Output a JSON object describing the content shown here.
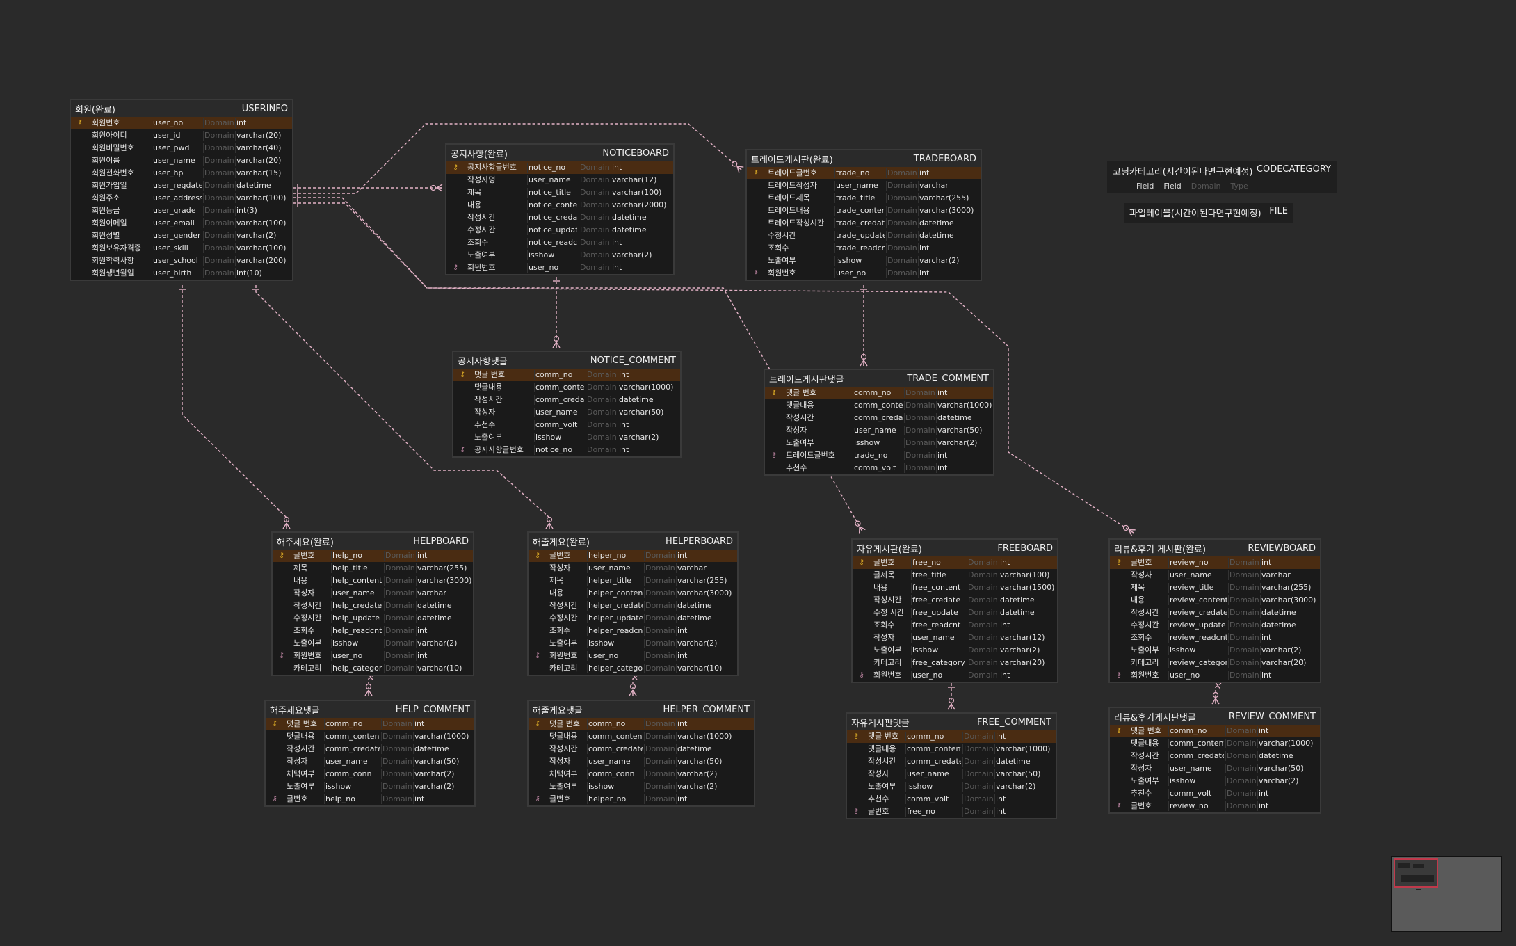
{
  "entities": {
    "userinfo": {
      "title": "회원(완료)",
      "name": "USERINFO",
      "rows": [
        {
          "key": "pk",
          "kr": "회원번호",
          "col": "user_no",
          "dom": "Domain",
          "type": "int"
        },
        {
          "key": "",
          "kr": "회원아이디",
          "col": "user_id",
          "dom": "Domain",
          "type": "varchar(20)"
        },
        {
          "key": "",
          "kr": "회원비밀번호",
          "col": "user_pwd",
          "dom": "Domain",
          "type": "varchar(40)"
        },
        {
          "key": "",
          "kr": "회원이름",
          "col": "user_name",
          "dom": "Domain",
          "type": "varchar(20)"
        },
        {
          "key": "",
          "kr": "회원전화번호",
          "col": "user_hp",
          "dom": "Domain",
          "type": "varchar(15)"
        },
        {
          "key": "",
          "kr": "회원가입일",
          "col": "user_regdate",
          "dom": "Domain",
          "type": "datetime"
        },
        {
          "key": "",
          "kr": "회원주소",
          "col": "user_address",
          "dom": "Domain",
          "type": "varchar(100)"
        },
        {
          "key": "",
          "kr": "회원등급",
          "col": "user_grade",
          "dom": "Domain",
          "type": "int(3)"
        },
        {
          "key": "",
          "kr": "회원이메일",
          "col": "user_email",
          "dom": "Domain",
          "type": "varchar(100)"
        },
        {
          "key": "",
          "kr": "회원성별",
          "col": "user_gender",
          "dom": "Domain",
          "type": "varchar(2)"
        },
        {
          "key": "",
          "kr": "회원보유자격증",
          "col": "user_skill",
          "dom": "Domain",
          "type": "varchar(100)"
        },
        {
          "key": "",
          "kr": "회원학력사항",
          "col": "user_school",
          "dom": "Domain",
          "type": "varchar(200)"
        },
        {
          "key": "",
          "kr": "회원생년월일",
          "col": "user_birth",
          "dom": "Domain",
          "type": "int(10)"
        }
      ]
    },
    "noticeboard": {
      "title": "공지사항(완료)",
      "name": "NOTICEBOARD",
      "rows": [
        {
          "key": "pk",
          "kr": "공지사항글번호",
          "col": "notice_no",
          "dom": "Domain",
          "type": "int"
        },
        {
          "key": "",
          "kr": "작성자명",
          "col": "user_name",
          "dom": "Domain",
          "type": "varchar(12)"
        },
        {
          "key": "",
          "kr": "제목",
          "col": "notice_title",
          "dom": "Domain",
          "type": "varchar(100)"
        },
        {
          "key": "",
          "kr": "내용",
          "col": "notice_content",
          "dom": "Domain",
          "type": "varchar(2000)"
        },
        {
          "key": "",
          "kr": "작성시간",
          "col": "notice_credate",
          "dom": "Domain",
          "type": "datetime"
        },
        {
          "key": "",
          "kr": "수정시간",
          "col": "notice_update",
          "dom": "Domain",
          "type": "datetime"
        },
        {
          "key": "",
          "kr": "조회수",
          "col": "notice_readcnt",
          "dom": "Domain",
          "type": "int"
        },
        {
          "key": "",
          "kr": "노출여부",
          "col": "isshow",
          "dom": "Domain",
          "type": "varchar(2)"
        },
        {
          "key": "fk",
          "kr": "회원번호",
          "col": "user_no",
          "dom": "Domain",
          "type": "int"
        }
      ]
    },
    "tradeboard": {
      "title": "트레이드게시판(완료)",
      "name": "TRADEBOARD",
      "rows": [
        {
          "key": "pk",
          "kr": "트레이드글번호",
          "col": "trade_no",
          "dom": "Domain",
          "type": "int"
        },
        {
          "key": "",
          "kr": "트레이드작성자",
          "col": "user_name",
          "dom": "Domain",
          "type": "varchar"
        },
        {
          "key": "",
          "kr": "트레이드제목",
          "col": "trade_title",
          "dom": "Domain",
          "type": "varchar(255)"
        },
        {
          "key": "",
          "kr": "트레이드내용",
          "col": "trade_content",
          "dom": "Domain",
          "type": "varchar(3000)"
        },
        {
          "key": "",
          "kr": "트레이드작성시간",
          "col": "trade_credate",
          "dom": "Domain",
          "type": "datetime"
        },
        {
          "key": "",
          "kr": "수정시간",
          "col": "trade_update",
          "dom": "Domain",
          "type": "datetime"
        },
        {
          "key": "",
          "kr": "조회수",
          "col": "trade_readcnt",
          "dom": "Domain",
          "type": "int"
        },
        {
          "key": "",
          "kr": "노출여부",
          "col": "isshow",
          "dom": "Domain",
          "type": "varchar(2)"
        },
        {
          "key": "fk",
          "kr": "회원번호",
          "col": "user_no",
          "dom": "Domain",
          "type": "int"
        }
      ]
    },
    "notice_comment": {
      "title": "공지사항댓글",
      "name": "NOTICE_COMMENT",
      "rows": [
        {
          "key": "pk",
          "kr": "댓글 번호",
          "col": "comm_no",
          "dom": "Domain",
          "type": "int"
        },
        {
          "key": "",
          "kr": "댓글내용",
          "col": "comm_content",
          "dom": "Domain",
          "type": "varchar(1000)"
        },
        {
          "key": "",
          "kr": "작성시간",
          "col": "comm_credate",
          "dom": "Domain",
          "type": "datetime"
        },
        {
          "key": "",
          "kr": "작성자",
          "col": "user_name",
          "dom": "Domain",
          "type": "varchar(50)"
        },
        {
          "key": "",
          "kr": "추천수",
          "col": "comm_volt",
          "dom": "Domain",
          "type": "int"
        },
        {
          "key": "",
          "kr": "노출여부",
          "col": "isshow",
          "dom": "Domain",
          "type": "varchar(2)"
        },
        {
          "key": "fk",
          "kr": "공지사항글번호",
          "col": "notice_no",
          "dom": "Domain",
          "type": "int"
        }
      ]
    },
    "trade_comment": {
      "title": "트레이드게시판댓글",
      "name": "TRADE_COMMENT",
      "rows": [
        {
          "key": "pk",
          "kr": "댓글 번호",
          "col": "comm_no",
          "dom": "Domain",
          "type": "int"
        },
        {
          "key": "",
          "kr": "댓글내용",
          "col": "comm_content",
          "dom": "Domain",
          "type": "varchar(1000)"
        },
        {
          "key": "",
          "kr": "작성시간",
          "col": "comm_credate",
          "dom": "Domain",
          "type": "datetime"
        },
        {
          "key": "",
          "kr": "작성자",
          "col": "user_name",
          "dom": "Domain",
          "type": "varchar(50)"
        },
        {
          "key": "",
          "kr": "노출여부",
          "col": "isshow",
          "dom": "Domain",
          "type": "varchar(2)"
        },
        {
          "key": "fk",
          "kr": "트레이드글번호",
          "col": "trade_no",
          "dom": "Domain",
          "type": "int"
        },
        {
          "key": "",
          "kr": "추천수",
          "col": "comm_volt",
          "dom": "Domain",
          "type": "int"
        }
      ]
    },
    "helpboard": {
      "title": "해주세요(완료)",
      "name": "HELPBOARD",
      "rows": [
        {
          "key": "pk",
          "kr": "글번호",
          "col": "help_no",
          "dom": "Domain",
          "type": "int"
        },
        {
          "key": "",
          "kr": "제목",
          "col": "help_title",
          "dom": "Domain",
          "type": "varchar(255)"
        },
        {
          "key": "",
          "kr": "내용",
          "col": "help_content",
          "dom": "Domain",
          "type": "varchar(3000)"
        },
        {
          "key": "",
          "kr": "작성자",
          "col": "user_name",
          "dom": "Domain",
          "type": "varchar"
        },
        {
          "key": "",
          "kr": "작성시간",
          "col": "help_credate",
          "dom": "Domain",
          "type": "datetime"
        },
        {
          "key": "",
          "kr": "수정시간",
          "col": "help_update",
          "dom": "Domain",
          "type": "datetime"
        },
        {
          "key": "",
          "kr": "조회수",
          "col": "help_readcnt",
          "dom": "Domain",
          "type": "int"
        },
        {
          "key": "",
          "kr": "노출여부",
          "col": "isshow",
          "dom": "Domain",
          "type": "varchar(2)"
        },
        {
          "key": "fk",
          "kr": "회원번호",
          "col": "user_no",
          "dom": "Domain",
          "type": "int"
        },
        {
          "key": "",
          "kr": "카테고리",
          "col": "help_category",
          "dom": "Domain",
          "type": "varchar(10)"
        }
      ]
    },
    "helperboard": {
      "title": "해줄게요(완료)",
      "name": "HELPERBOARD",
      "rows": [
        {
          "key": "pk",
          "kr": "글번호",
          "col": "helper_no",
          "dom": "Domain",
          "type": "int"
        },
        {
          "key": "",
          "kr": "작성자",
          "col": "user_name",
          "dom": "Domain",
          "type": "varchar"
        },
        {
          "key": "",
          "kr": "제목",
          "col": "helper_title",
          "dom": "Domain",
          "type": "varchar(255)"
        },
        {
          "key": "",
          "kr": "내용",
          "col": "helper_content",
          "dom": "Domain",
          "type": "varchar(3000)"
        },
        {
          "key": "",
          "kr": "작성시간",
          "col": "helper_credate",
          "dom": "Domain",
          "type": "datetime"
        },
        {
          "key": "",
          "kr": "수정시간",
          "col": "helper_update",
          "dom": "Domain",
          "type": "datetime"
        },
        {
          "key": "",
          "kr": "조회수",
          "col": "helper_readcnt",
          "dom": "Domain",
          "type": "int"
        },
        {
          "key": "",
          "kr": "노출여부",
          "col": "isshow",
          "dom": "Domain",
          "type": "varchar(2)"
        },
        {
          "key": "fk",
          "kr": "회원번호",
          "col": "user_no",
          "dom": "Domain",
          "type": "int"
        },
        {
          "key": "",
          "kr": "카테고리",
          "col": "helper_category",
          "dom": "Domain",
          "type": "varchar(10)"
        }
      ]
    },
    "freeboard": {
      "title": "자유게시판(완료)",
      "name": "FREEBOARD",
      "rows": [
        {
          "key": "pk",
          "kr": "글번호",
          "col": "free_no",
          "dom": "Domain",
          "type": "int"
        },
        {
          "key": "",
          "kr": "글제목",
          "col": "free_title",
          "dom": "Domain",
          "type": "varchar(100)"
        },
        {
          "key": "",
          "kr": "내용",
          "col": "free_content",
          "dom": "Domain",
          "type": "varchar(1500)"
        },
        {
          "key": "",
          "kr": "작성시간",
          "col": "free_credate",
          "dom": "Domain",
          "type": "datetime"
        },
        {
          "key": "",
          "kr": "수정 시간",
          "col": "free_update",
          "dom": "Domain",
          "type": "datetime"
        },
        {
          "key": "",
          "kr": "조회수",
          "col": "free_readcnt",
          "dom": "Domain",
          "type": "int"
        },
        {
          "key": "",
          "kr": "작성자",
          "col": "user_name",
          "dom": "Domain",
          "type": "varchar(12)"
        },
        {
          "key": "",
          "kr": "노출여부",
          "col": "isshow",
          "dom": "Domain",
          "type": "varchar(2)"
        },
        {
          "key": "",
          "kr": "카테고리",
          "col": "free_category",
          "dom": "Domain",
          "type": "varchar(20)"
        },
        {
          "key": "fk",
          "kr": "회원번호",
          "col": "user_no",
          "dom": "Domain",
          "type": "int"
        }
      ]
    },
    "reviewboard": {
      "title": "리뷰&후기 게시판(완료)",
      "name": "REVIEWBOARD",
      "rows": [
        {
          "key": "pk",
          "kr": "글번호",
          "col": "review_no",
          "dom": "Domain",
          "type": "int"
        },
        {
          "key": "",
          "kr": "작성자",
          "col": "user_name",
          "dom": "Domain",
          "type": "varchar"
        },
        {
          "key": "",
          "kr": "제목",
          "col": "review_title",
          "dom": "Domain",
          "type": "varchar(255)"
        },
        {
          "key": "",
          "kr": "내용",
          "col": "review_content",
          "dom": "Domain",
          "type": "varchar(3000)"
        },
        {
          "key": "",
          "kr": "작성시간",
          "col": "review_credate",
          "dom": "Domain",
          "type": "datetime"
        },
        {
          "key": "",
          "kr": "수정시간",
          "col": "review_update",
          "dom": "Domain",
          "type": "datetime"
        },
        {
          "key": "",
          "kr": "조회수",
          "col": "review_readcnt",
          "dom": "Domain",
          "type": "int"
        },
        {
          "key": "",
          "kr": "노출여부",
          "col": "isshow",
          "dom": "Domain",
          "type": "varchar(2)"
        },
        {
          "key": "",
          "kr": "카테고리",
          "col": "review_category",
          "dom": "Domain",
          "type": "varchar(20)"
        },
        {
          "key": "fk",
          "kr": "회원번호",
          "col": "user_no",
          "dom": "Domain",
          "type": "int"
        }
      ]
    },
    "help_comment": {
      "title": "해주세요댓글",
      "name": "HELP_COMMENT",
      "rows": [
        {
          "key": "pk",
          "kr": "댓글 번호",
          "col": "comm_no",
          "dom": "Domain",
          "type": "int"
        },
        {
          "key": "",
          "kr": "댓글내용",
          "col": "comm_content",
          "dom": "Domain",
          "type": "varchar(1000)"
        },
        {
          "key": "",
          "kr": "작성시간",
          "col": "comm_credate",
          "dom": "Domain",
          "type": "datetime"
        },
        {
          "key": "",
          "kr": "작성자",
          "col": "user_name",
          "dom": "Domain",
          "type": "varchar(50)"
        },
        {
          "key": "",
          "kr": "채택여부",
          "col": "comm_conn",
          "dom": "Domain",
          "type": "varchar(2)"
        },
        {
          "key": "",
          "kr": "노출여부",
          "col": "isshow",
          "dom": "Domain",
          "type": "varchar(2)"
        },
        {
          "key": "fk",
          "kr": "글번호",
          "col": "help_no",
          "dom": "Domain",
          "type": "int"
        }
      ]
    },
    "helper_comment": {
      "title": "해줄게요댓글",
      "name": "HELPER_COMMENT",
      "rows": [
        {
          "key": "pk",
          "kr": "댓글 번호",
          "col": "comm_no",
          "dom": "Domain",
          "type": "int"
        },
        {
          "key": "",
          "kr": "댓글내용",
          "col": "comm_content",
          "dom": "Domain",
          "type": "varchar(1000)"
        },
        {
          "key": "",
          "kr": "작성시간",
          "col": "comm_credate",
          "dom": "Domain",
          "type": "datetime"
        },
        {
          "key": "",
          "kr": "작성자",
          "col": "user_name",
          "dom": "Domain",
          "type": "varchar(50)"
        },
        {
          "key": "",
          "kr": "채택여부",
          "col": "comm_conn",
          "dom": "Domain",
          "type": "varchar(2)"
        },
        {
          "key": "",
          "kr": "노출여부",
          "col": "isshow",
          "dom": "Domain",
          "type": "varchar(2)"
        },
        {
          "key": "fk",
          "kr": "글번호",
          "col": "helper_no",
          "dom": "Domain",
          "type": "int"
        }
      ]
    },
    "free_comment": {
      "title": "자유게시판댓글",
      "name": "FREE_COMMENT",
      "rows": [
        {
          "key": "pk",
          "kr": "댓글 번호",
          "col": "comm_no",
          "dom": "Domain",
          "type": "int"
        },
        {
          "key": "",
          "kr": "댓글내용",
          "col": "comm_content",
          "dom": "Domain",
          "type": "varchar(1000)"
        },
        {
          "key": "",
          "kr": "작성시간",
          "col": "comm_credate",
          "dom": "Domain",
          "type": "datetime"
        },
        {
          "key": "",
          "kr": "작성자",
          "col": "user_name",
          "dom": "Domain",
          "type": "varchar(50)"
        },
        {
          "key": "",
          "kr": "노출여부",
          "col": "isshow",
          "dom": "Domain",
          "type": "varchar(2)"
        },
        {
          "key": "",
          "kr": "추천수",
          "col": "comm_volt",
          "dom": "Domain",
          "type": "int"
        },
        {
          "key": "fk",
          "kr": "글번호",
          "col": "free_no",
          "dom": "Domain",
          "type": "int"
        }
      ]
    },
    "review_comment": {
      "title": "리뷰&후기게시판댓글",
      "name": "REVIEW_COMMENT",
      "rows": [
        {
          "key": "pk",
          "kr": "댓글 번호",
          "col": "comm_no",
          "dom": "Domain",
          "type": "int"
        },
        {
          "key": "",
          "kr": "댓글내용",
          "col": "comm_content",
          "dom": "Domain",
          "type": "varchar(1000)"
        },
        {
          "key": "",
          "kr": "작성시간",
          "col": "comm_credate",
          "dom": "Domain",
          "type": "datetime"
        },
        {
          "key": "",
          "kr": "작성자",
          "col": "user_name",
          "dom": "Domain",
          "type": "varchar(50)"
        },
        {
          "key": "",
          "kr": "노출여부",
          "col": "isshow",
          "dom": "Domain",
          "type": "varchar(2)"
        },
        {
          "key": "",
          "kr": "추천수",
          "col": "comm_volt",
          "dom": "Domain",
          "type": "int"
        },
        {
          "key": "fk",
          "kr": "글번호",
          "col": "review_no",
          "dom": "Domain",
          "type": "int"
        }
      ]
    }
  },
  "codecategory": {
    "title": "코딩카테고리(시간이된다면구현예정)",
    "name": "CODECATEGORY",
    "field1": "Field",
    "field2": "Field",
    "dom": "Domain",
    "type": "Type"
  },
  "filetable": {
    "title": "파일테이블(시간이된다면구현예정)",
    "name": "FILE"
  },
  "colors": {
    "background": "#2a2a2a",
    "table": "#1a1a1a",
    "pk_row": "#4a2c12",
    "relation_line": "#e3b2c6",
    "pk_icon": "#e2b127",
    "fk_icon": "#c48aa8"
  },
  "icons": {
    "primary_key": "key-icon",
    "foreign_key": "foreign-key-icon"
  }
}
